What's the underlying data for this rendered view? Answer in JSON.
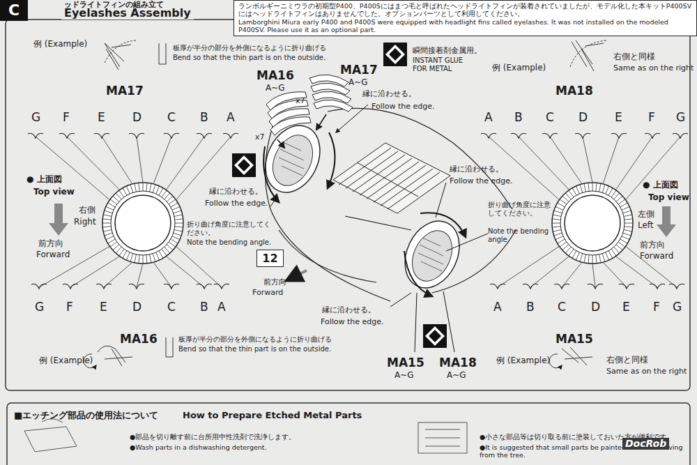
{
  "diagram": {
    "title": "Eyelashes Assembly",
    "nodes": [
      {
        "text": [
          "C"
        ]
      },
      {
        "text": [
          "ランボルギーニミウラの初期型P400、P400Sにはまつ毛と呼ばれたヘッドライトフィンが装着されていましたが、モデル化した本キットP400SVにはヘッドライトフィンはありませんでした。オプションパーツとして利用してください。",
          "Lamborghini Miura early P400 and P400S were equipped with headlight fins called eyelashes. It was not installed on the modeled P400SV. Please use it as an optional part."
        ]
      },
      {
        "text": [
          "12"
        ]
      }
    ],
    "labels": [
      "ッドライトフィンの組み立て",
      "例 (Example)",
      "板厚が半分の部分を外側になるように折り曲げる",
      "Bend so that the thin part is on the outside.",
      "MA16",
      "A~G",
      "x7",
      "x7",
      "MA17",
      "A~G",
      "瞬間接着剤金属用。",
      "INSTANT GLUE FOR METAL",
      "縁に沿わせる。",
      "Follow the edge.",
      "例 (Example)",
      "右側と同様",
      "Same as on the right",
      "MA17",
      "G",
      "F",
      "E",
      "D",
      "C",
      "B",
      "A",
      "MA18",
      "A",
      "B",
      "C",
      "D",
      "E",
      "F",
      "G",
      "● 上面図",
      "Top view",
      "右側",
      "Right",
      "前方向",
      "Forward",
      "折り曲げ角度に注意してください。",
      "Note the bending angle.",
      "縁に沿わせる。",
      "Follow the edge.",
      "縁に沿わせる。",
      "Follow the edge.",
      "折り曲げ角度に注意してください。",
      "Note the bending angle.",
      "● 上面図",
      "Top view",
      "左側",
      "Left",
      "前方向",
      "Forward",
      "前方向",
      "Forward",
      "G",
      "F",
      "E",
      "D",
      "C",
      "B",
      "A",
      "MA16",
      "板厚が半分の部分を外側になるように折り曲げる",
      "Bend so that the thin part is on the outside.",
      "例 (Example)",
      "縁に沿わせる。",
      "Follow the edge.",
      "A",
      "B",
      "C",
      "D",
      "E",
      "F",
      "G",
      "MA15",
      "例 (Example)",
      "右側と同様",
      "Same as on the right",
      "MA15",
      "A~G",
      "MA18",
      "A~G",
      "■エッチング部品の使用法について",
      "How to Prepare Etched Metal Parts",
      "●部品を切り離す前に台所用中性洗剤で洗浄します。",
      "●Wash parts in a dishwashing detergent.",
      "●小さな部品等は切り取る前に塗装しておいた方が便利です。",
      "●It is suggested that small parts be painted before removing from the tree.",
      "DocRob"
    ]
  }
}
